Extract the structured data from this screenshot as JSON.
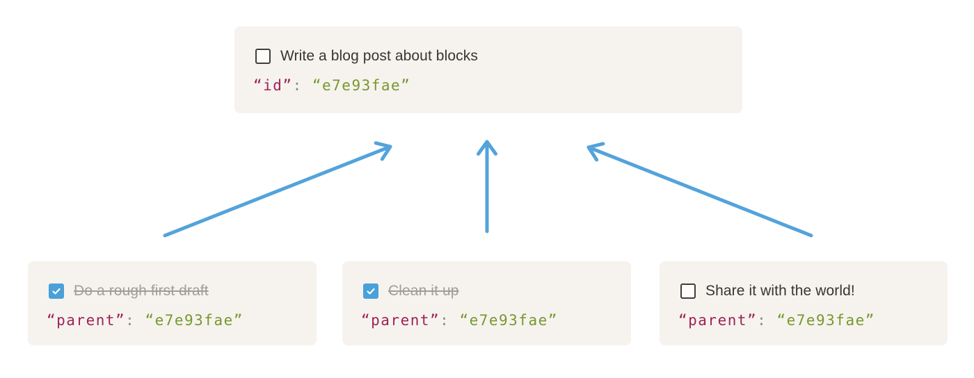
{
  "colors": {
    "page_background": "#ffffff",
    "card_background": "#f6f3ee",
    "title_text": "#373530",
    "completed_text": "#a19d97",
    "code_key": "#9e2158",
    "code_separator": "#8e8b85",
    "code_value": "#76982e",
    "arrow_blue": "#54a3da",
    "checkbox_checked_blue": "#4aa0d8",
    "checkbox_border": "#403e3b"
  },
  "parent_card": {
    "title": "Write a blog post about blocks",
    "checked": false,
    "code": {
      "key": "“id”",
      "separator": ": ",
      "value": "“e7e93fae”"
    }
  },
  "child_cards": [
    {
      "title": "Do a rough first draft",
      "checked": true,
      "code": {
        "key": "“parent”",
        "separator": ": ",
        "value": "“e7e93fae”"
      }
    },
    {
      "title": "Clean it up",
      "checked": true,
      "code": {
        "key": "“parent”",
        "separator": ": ",
        "value": "“e7e93fae”"
      }
    },
    {
      "title": "Share it with the world!",
      "checked": false,
      "code": {
        "key": "“parent”",
        "separator": ": ",
        "value": "“e7e93fae”"
      }
    }
  ]
}
